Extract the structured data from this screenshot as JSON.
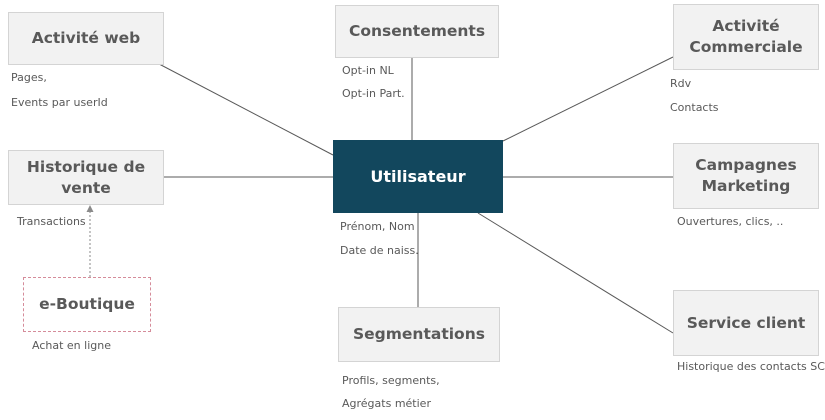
{
  "nodes": {
    "utilisateur": {
      "label": "Utilisateur"
    },
    "activite_web": {
      "label": "Activité web"
    },
    "consentements": {
      "label": "Consentements"
    },
    "activite_commerciale": {
      "label_line1": "Activité",
      "label_line2": "Commerciale"
    },
    "historique_vente": {
      "label_line1": "Historique de",
      "label_line2": "vente"
    },
    "campagnes_marketing": {
      "label_line1": "Campagnes",
      "label_line2": "Marketing"
    },
    "e_boutique": {
      "label": "e-Boutique"
    },
    "segmentations": {
      "label": "Segmentations"
    },
    "service_client": {
      "label": "Service client"
    }
  },
  "captions": {
    "activite_web": [
      "Pages,",
      "Events par userId"
    ],
    "consentements": [
      "Opt-in NL",
      "Opt-in Part."
    ],
    "activite_commerciale": [
      "Rdv",
      "Contacts"
    ],
    "historique_vente": [
      "Transactions"
    ],
    "campagnes_marketing": [
      "Ouvertures, clics, .."
    ],
    "utilisateur": [
      "Prénom, Nom",
      "Date de naiss."
    ],
    "e_boutique": [
      "Achat en ligne"
    ],
    "segmentations": [
      "Profils, segments,",
      "Agrégats métier"
    ],
    "service_client": [
      "Historique des contacts SC"
    ]
  },
  "colors": {
    "center_fill": "#12475d",
    "node_fill": "#f2f2f2",
    "line": "#595959",
    "dashed_border": "#d58c9a"
  }
}
